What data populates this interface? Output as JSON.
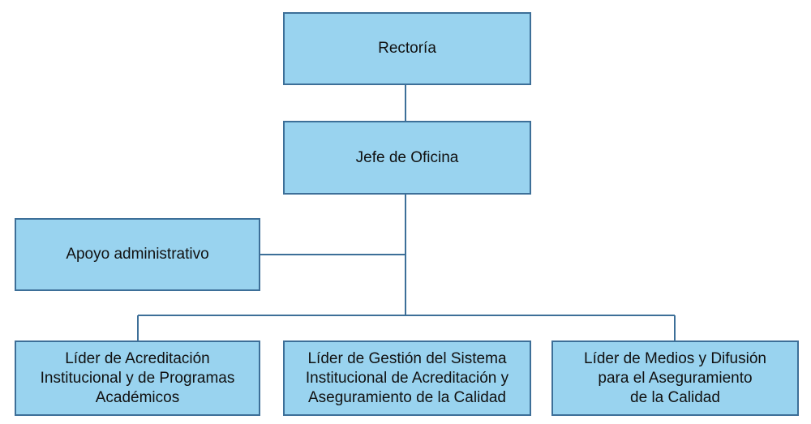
{
  "colors": {
    "node_fill": "#99d3ef",
    "node_border": "#3d6f98",
    "connector": "#3d6f98",
    "text": "#111111"
  },
  "nodes": {
    "rectoria": {
      "lines": [
        "Rectoría"
      ]
    },
    "jefe": {
      "lines": [
        "Jefe de Oficina"
      ]
    },
    "apoyo": {
      "lines": [
        "Apoyo administrativo"
      ]
    },
    "lider_acreditacion": {
      "lines": [
        "Líder de Acreditación",
        "Institucional y de Programas",
        "Académicos"
      ]
    },
    "lider_gestion": {
      "lines": [
        "Líder de Gestión del Sistema",
        "Institucional de Acreditación y",
        "Aseguramiento de la Calidad"
      ]
    },
    "lider_medios": {
      "lines": [
        "Líder de Medios y Difusión",
        "para el Aseguramiento",
        "de la Calidad"
      ]
    }
  }
}
